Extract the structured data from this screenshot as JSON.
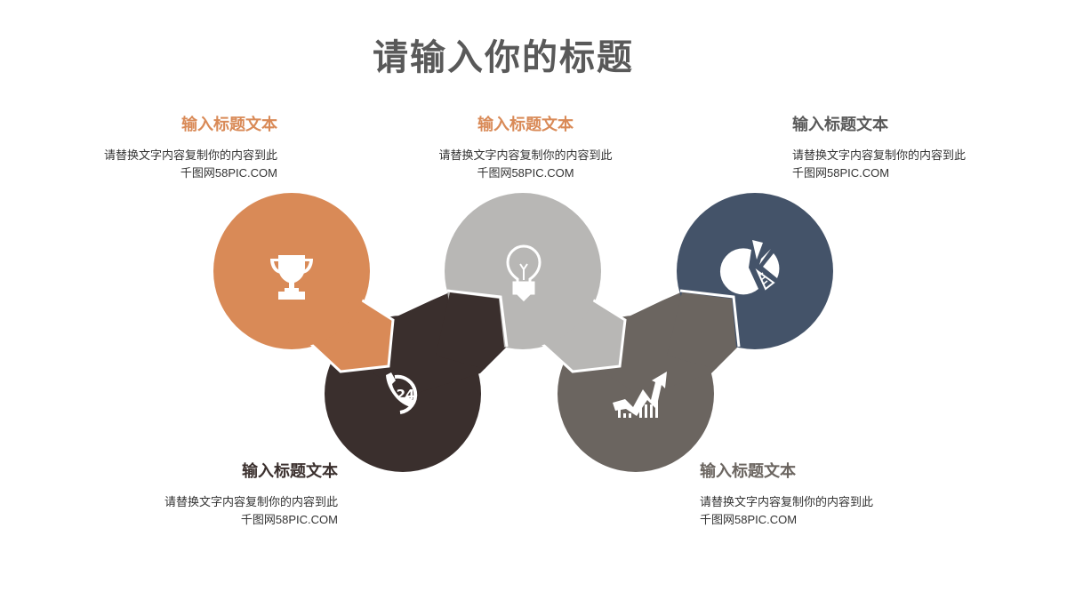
{
  "title": "请输入你的标题",
  "colors": {
    "orange": "#D98A57",
    "dark_brown": "#3A2F2D",
    "light_gray": "#B8B7B5",
    "taupe": "#6B6560",
    "navy": "#445369",
    "title_text": "#595959"
  },
  "items": [
    {
      "heading": "输入标题文本",
      "body_line1": "请替换文字内容复制你的内容到此",
      "body_line2": "千图网58PIC.COM",
      "icon": "trophy-icon",
      "color": "#D98A57"
    },
    {
      "heading": "输入标题文本",
      "body_line1": "请替换文字内容复制你的内容到此",
      "body_line2": "千图网58PIC.COM",
      "icon": "phone-24h-icon",
      "color": "#3A2F2D"
    },
    {
      "heading": "输入标题文本",
      "body_line1": "请替换文字内容复制你的内容到此",
      "body_line2": "千图网58PIC.COM",
      "icon": "lightbulb-icon",
      "color": "#B8B7B5"
    },
    {
      "heading": "输入标题文本",
      "body_line1": "请替换文字内容复制你的内容到此",
      "body_line2": "千图网58PIC.COM",
      "icon": "growth-chart-icon",
      "color": "#6B6560"
    },
    {
      "heading": "输入标题文本",
      "body_line1": "请替换文字内容复制你的内容到此",
      "body_line2": "千图网58PIC.COM",
      "icon": "pie-chart-icon",
      "color": "#445369"
    }
  ]
}
